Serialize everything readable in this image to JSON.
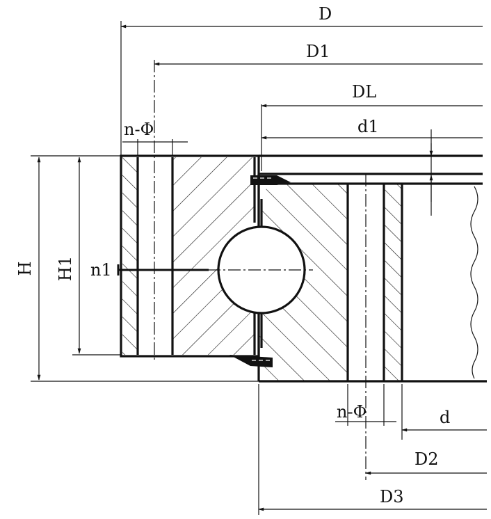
{
  "labels": {
    "D": "D",
    "D1": "D1",
    "DL": "DL",
    "d1": "d1",
    "n_phi_top": "n-Φ",
    "n1": "n1",
    "H": "H",
    "H1": "H1",
    "n_phi_bottom": "n-Φ",
    "d": "d",
    "D2": "D2",
    "D3": "D3"
  },
  "colors": {
    "line": "#111111",
    "background": "#ffffff"
  }
}
